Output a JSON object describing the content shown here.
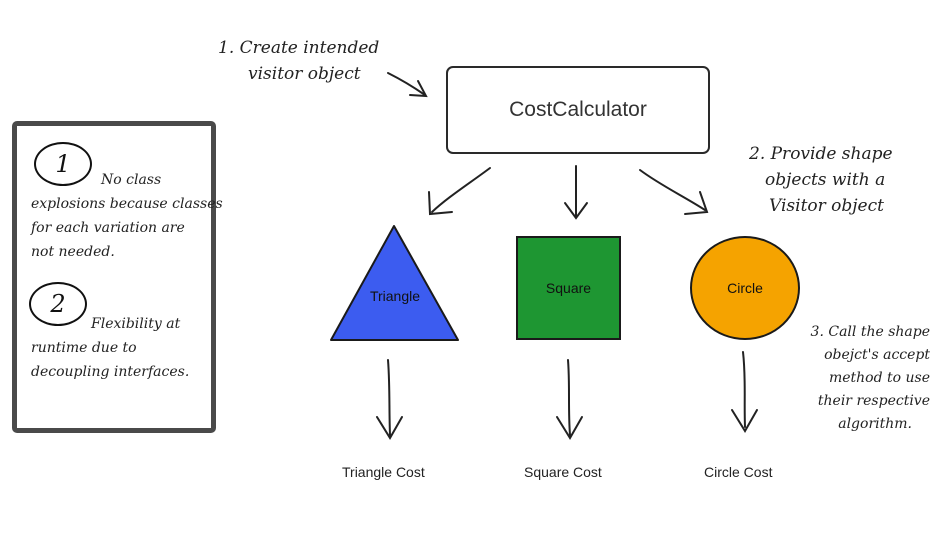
{
  "nodes": {
    "calculator": "CostCalculator",
    "triangle": "Triangle",
    "square": "Square",
    "circle": "Circle"
  },
  "results": {
    "triangle": "Triangle Cost",
    "square": "Square Cost",
    "circle": "Circle Cost"
  },
  "steps": {
    "step1": [
      "1. Create intended",
      "visitor object"
    ],
    "step2": [
      "2. Provide shape",
      "objects with a",
      "Visitor object"
    ],
    "step3": [
      "3. Call the shape",
      "obejct's accept",
      "method to use",
      "their respective",
      "algorithm."
    ]
  },
  "benefits": [
    {
      "number": "1",
      "lines": [
        "No class",
        "explosions because classes",
        "for each variation are",
        "not needed."
      ]
    },
    {
      "number": "2",
      "lines": [
        "Flexibility at",
        "runtime due to",
        "decoupling interfaces."
      ]
    }
  ],
  "colors": {
    "triangle": "#3c5cf0",
    "square": "#1e9632",
    "circle": "#f5a300"
  }
}
